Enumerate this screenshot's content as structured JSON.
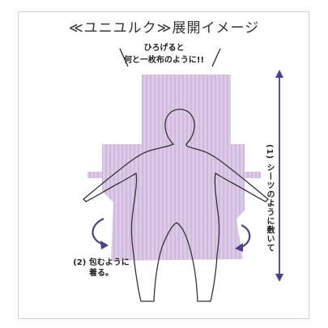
{
  "header": {
    "title": "≪ユニユルク≫展開イメージ"
  },
  "callouts": {
    "top_line1": "ひろげると",
    "top_line2": "何と一枚布のように!!",
    "side": "(1) シーツのように敷いて",
    "bottom_line1": "(2) 包むように",
    "bottom_line2": "着る。"
  },
  "colors": {
    "fabric": "#d9c7e4",
    "fabric_stripe": "#c9b2d9",
    "arrow": "#4a3f8c",
    "outline": "#333333"
  }
}
